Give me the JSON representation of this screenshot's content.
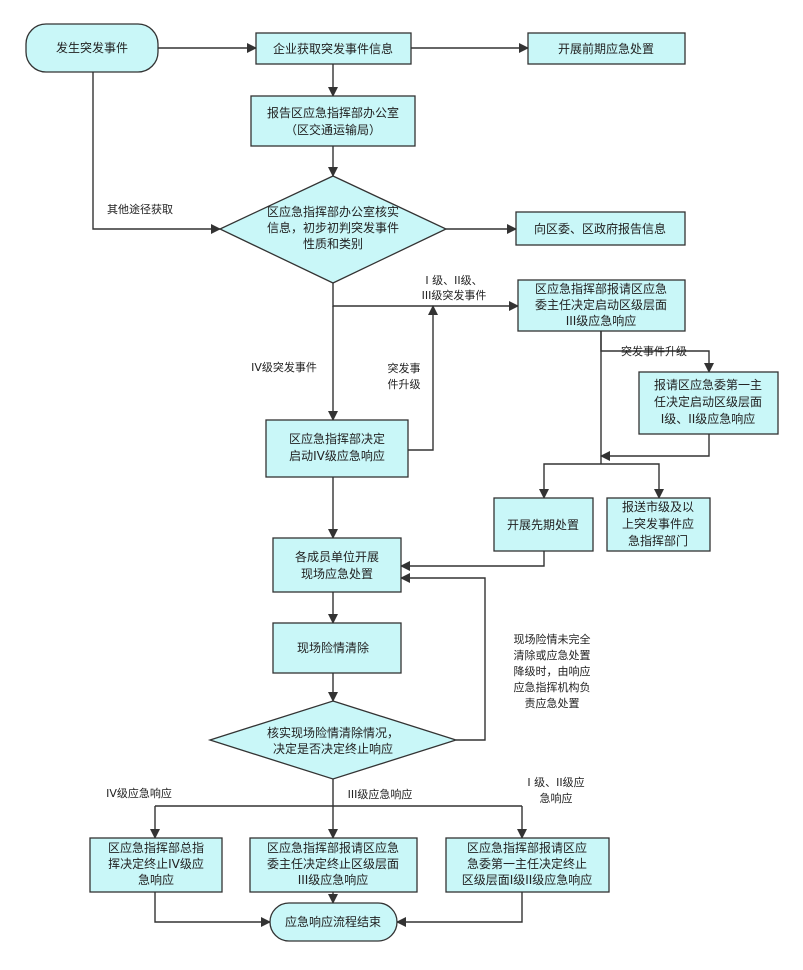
{
  "diagram": {
    "nodes": {
      "start": [
        "发生突发事件"
      ],
      "get_info": [
        "企业获取突发事件信息"
      ],
      "early_response": [
        "开展前期应急处置"
      ],
      "report_office": [
        "报告区应急指挥部办公室",
        "（区交通运输局）"
      ],
      "verify": [
        "区应急指挥部办公室核实",
        "信息，初步初判突发事件",
        "性质和类别"
      ],
      "report_gov": [
        "向区委、区政府报告信息"
      ],
      "district_request": [
        "区应急指挥部报请区应急",
        "委主任决定启动区级层面",
        "III级应急响应"
      ],
      "committee_request": [
        "报请区应急委第一主",
        "任决定启动区级层面",
        "I级、II级应急响应"
      ],
      "first_response": [
        "开展先期处置"
      ],
      "report_city": [
        "报送市级及以",
        "上突发事件应",
        "急指挥部门"
      ],
      "level4_start": [
        "区应急指挥部决定",
        "启动IV级应急响应"
      ],
      "units_onsite": [
        "各成员单位开展",
        "现场应急处置"
      ],
      "danger_clear": [
        "现场险情清除"
      ],
      "decide_end": [
        "核实现场险情清除情况，",
        "决定是否决定终止响应"
      ],
      "end_level4": [
        "区应急指挥部总指",
        "挥决定终止IV级应",
        "急响应"
      ],
      "end_level3": [
        "区应急指挥部报请区应急",
        "委主任决定终止区级层面",
        "III级应急响应"
      ],
      "end_level12": [
        "区应急指挥部报请区应",
        "急委第一主任决定终止",
        "区级层面I级II级应急响应"
      ],
      "finish": [
        "应急响应流程结束"
      ]
    },
    "labels": {
      "other_channels": [
        "其他途径获取"
      ],
      "level123": [
        "I 级、II级、",
        "III级突发事件"
      ],
      "level4_event": [
        "IV级突发事件"
      ],
      "upgrade_left": [
        "突发事",
        "件升级"
      ],
      "upgrade_right": [
        "突发事件升级"
      ],
      "not_cleared": [
        "现场险情未完全",
        "清除或应急处置",
        "降级时，由响应",
        "应急指挥机构负",
        "责应急处置"
      ],
      "level4_resp": [
        "IV级应急响应"
      ],
      "level3_resp": [
        "III级应急响应"
      ],
      "level12_resp": [
        "I 级、II级应",
        "急响应"
      ]
    }
  }
}
